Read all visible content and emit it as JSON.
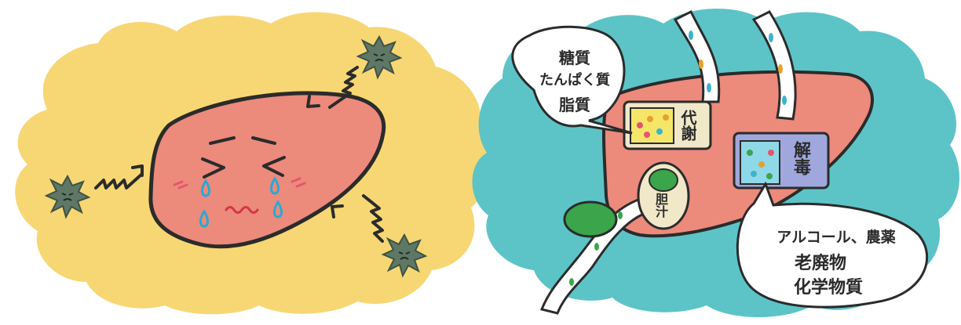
{
  "left_panel": {
    "background_color": "#f7d774",
    "liver_color": "#ec8a7c",
    "virus_color": "#5f7866",
    "icons": [
      "virus-icon",
      "virus-icon",
      "virus-icon",
      "virus-icon"
    ]
  },
  "right_panel": {
    "background_color": "#5cc4c7",
    "liver_color": "#ec8a7c",
    "labels": {
      "metabolism": "代謝",
      "detox": "解毒",
      "bile": "胆汁"
    },
    "nutrient_bubble": [
      "糖質",
      "たんぱく質",
      "脂質"
    ],
    "toxin_bubble": [
      "アルコール、農薬",
      "老廃物",
      "化学物質"
    ]
  }
}
